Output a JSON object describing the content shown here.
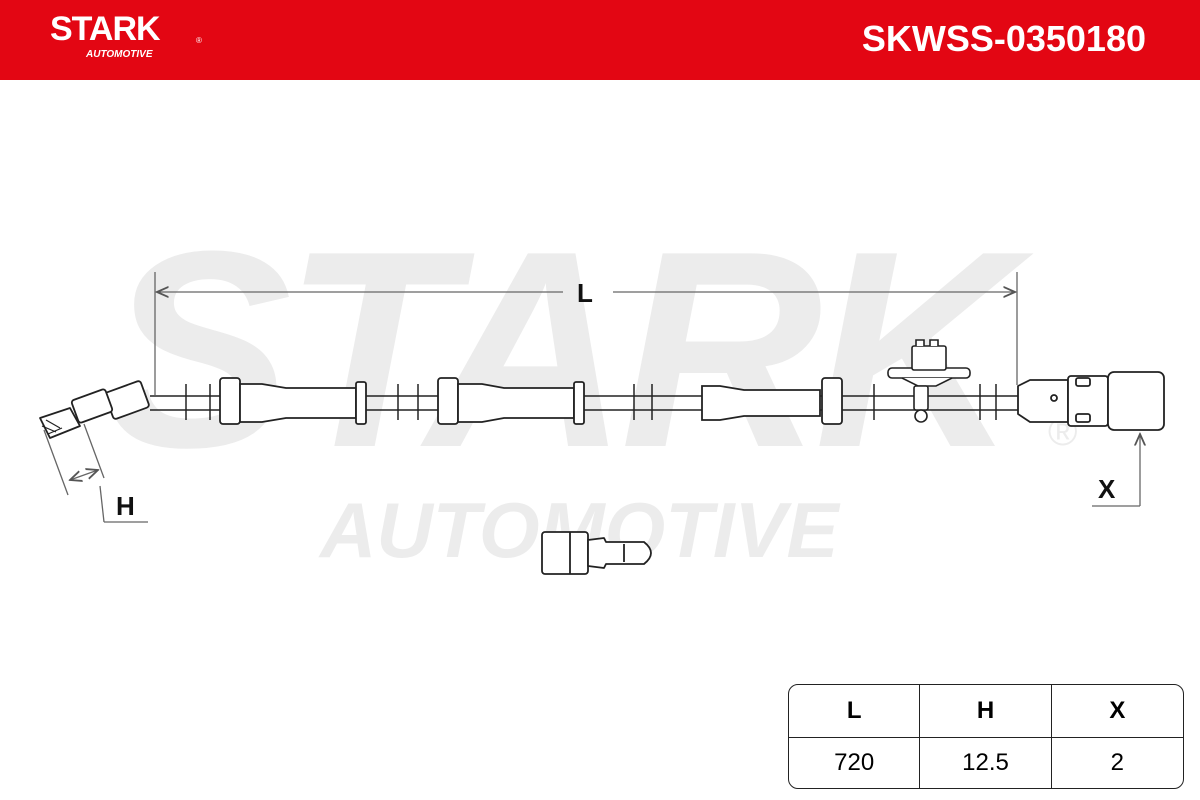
{
  "header": {
    "brand": "STARK",
    "brand_sub": "AUTOMOTIVE",
    "registered_mark": "®",
    "part_number": "SKWSS-0350180",
    "color": "#e30613"
  },
  "watermark": {
    "main": "STARK",
    "sub": "AUTOMOTIVE",
    "registered_mark": "®"
  },
  "dimensions": {
    "length_label": "L",
    "height_label": "H",
    "x_label": "X"
  },
  "spec_table": {
    "headers": [
      "L",
      "H",
      "X"
    ],
    "values": [
      "720",
      "12.5",
      "2"
    ]
  }
}
